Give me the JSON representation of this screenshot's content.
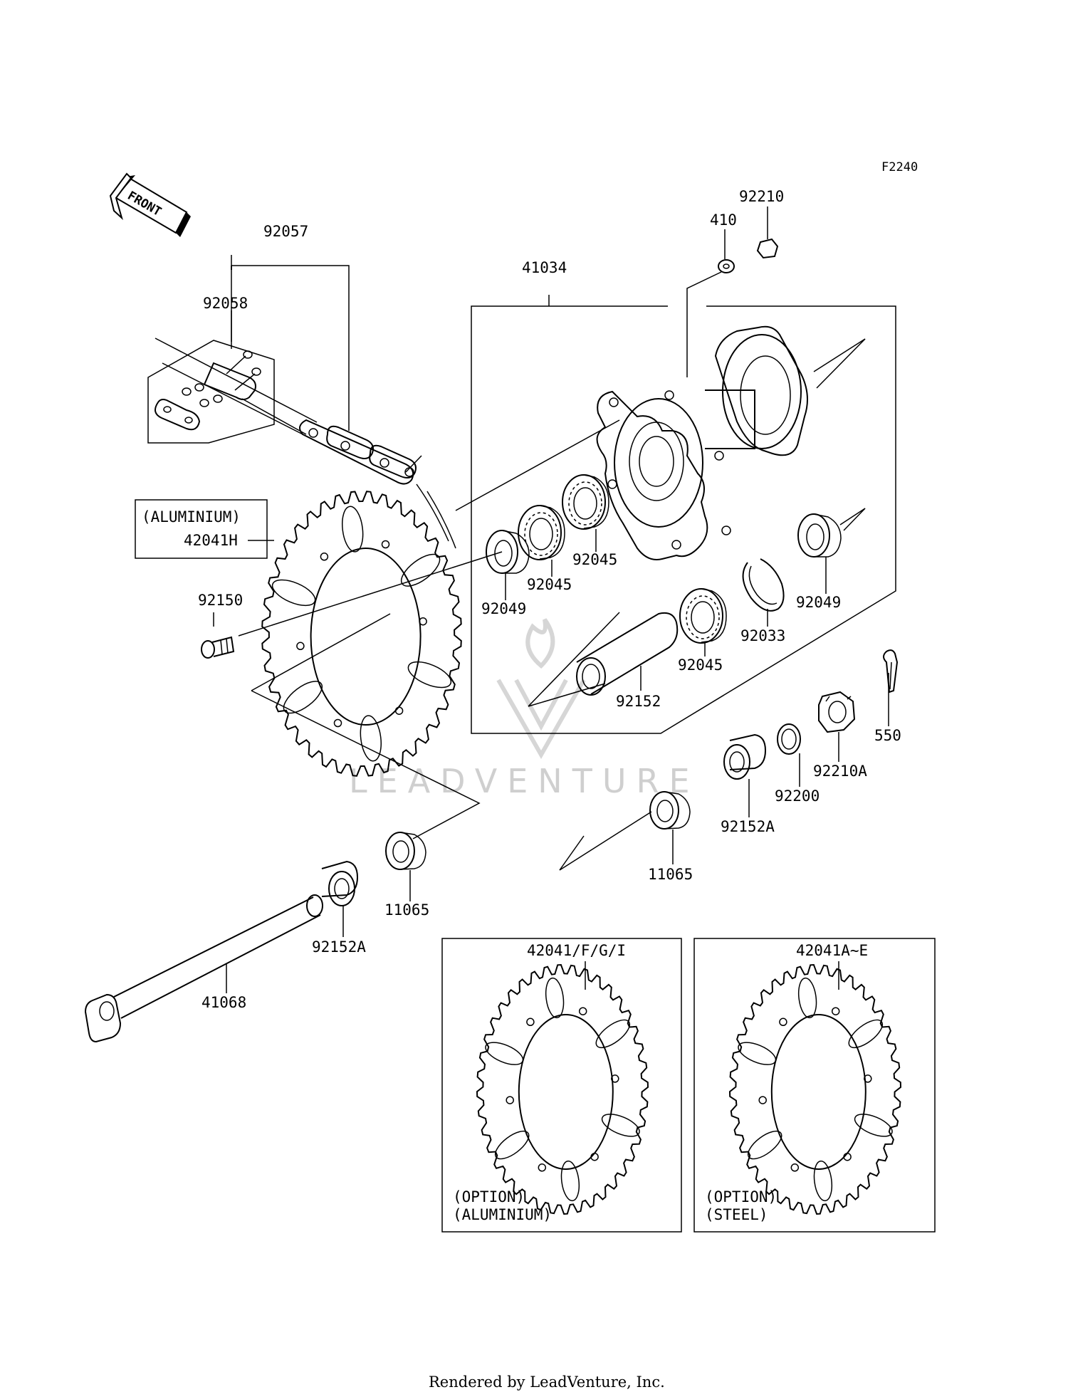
{
  "diagram": {
    "code": "F2240",
    "front_label": "FRONT",
    "watermark": "LEADVENTURE",
    "footer": "Rendered by LeadVenture, Inc.",
    "parts": {
      "p92057": "92057",
      "p92058": "92058",
      "p41034": "41034",
      "p410": "410",
      "p92210": "92210",
      "p42041H_note": "(ALUMINIUM)",
      "p42041H": "42041H",
      "p92150": "92150",
      "p92049_left": "92049",
      "p92045_a": "92045",
      "p92045_b": "92045",
      "p92045_c": "92045",
      "p92049_right": "92049",
      "p92033": "92033",
      "p92152": "92152",
      "p550": "550",
      "p92210A": "92210A",
      "p92200": "92200",
      "p92152A_right": "92152A",
      "p11065_right": "11065",
      "p11065_left": "11065",
      "p92152A_left": "92152A",
      "p41068": "41068"
    },
    "options": {
      "aluminium": {
        "part": "42041/F/G/I",
        "line1": "(OPTION)",
        "line2": "(ALUMINIUM)"
      },
      "steel": {
        "part": "42041A~E",
        "line1": "(OPTION)",
        "line2": "(STEEL)"
      }
    }
  }
}
